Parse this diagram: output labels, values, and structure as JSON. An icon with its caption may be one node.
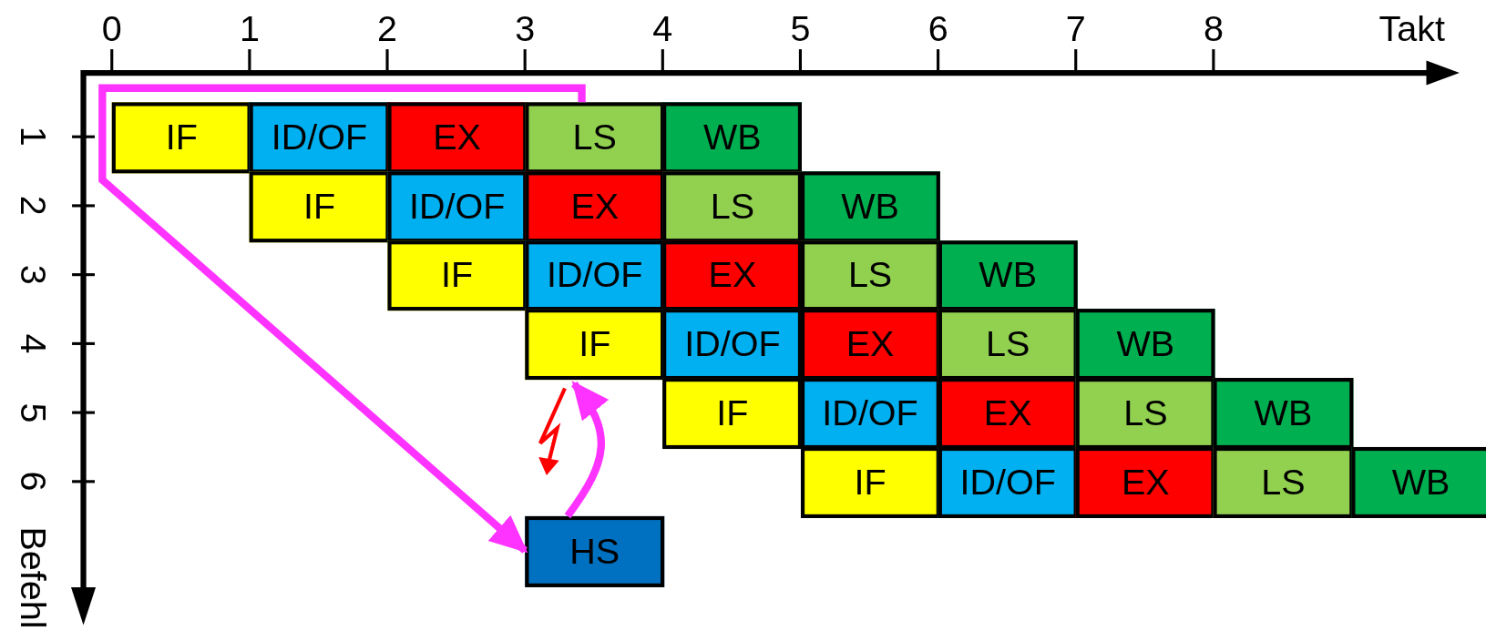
{
  "diagram": {
    "nodes": [
      {
        "text": [
          "IF"
        ]
      },
      {
        "text": [
          "ID/OF"
        ]
      },
      {
        "text": [
          "EX"
        ]
      },
      {
        "text": [
          "LS"
        ]
      },
      {
        "text": [
          "WB"
        ]
      },
      {
        "text": [
          "IF"
        ]
      },
      {
        "text": [
          "ID/OF"
        ]
      },
      {
        "text": [
          "EX"
        ]
      },
      {
        "text": [
          "LS"
        ]
      },
      {
        "text": [
          "WB"
        ]
      },
      {
        "text": [
          "IF"
        ]
      },
      {
        "text": [
          "ID/OF"
        ]
      },
      {
        "text": [
          "EX"
        ]
      },
      {
        "text": [
          "LS"
        ]
      },
      {
        "text": [
          "WB"
        ]
      },
      {
        "text": [
          "IF"
        ]
      },
      {
        "text": [
          "ID/OF"
        ]
      },
      {
        "text": [
          "EX"
        ]
      },
      {
        "text": [
          "LS"
        ]
      },
      {
        "text": [
          "WB"
        ]
      },
      {
        "text": [
          "IF"
        ]
      },
      {
        "text": [
          "ID/OF"
        ]
      },
      {
        "text": [
          "EX"
        ]
      },
      {
        "text": [
          "LS"
        ]
      },
      {
        "text": [
          "WB"
        ]
      },
      {
        "text": [
          "IF"
        ]
      },
      {
        "text": [
          "ID/OF"
        ]
      },
      {
        "text": [
          "EX"
        ]
      },
      {
        "text": [
          "LS"
        ]
      },
      {
        "text": [
          "WB"
        ]
      },
      {
        "text": [
          "HS"
        ]
      }
    ],
    "edges": [
      {
        "from": 3,
        "to": 30,
        "arrow": "to"
      },
      {
        "from": 30,
        "to": 15,
        "arrow": "to"
      }
    ],
    "labels": [
      "0",
      "1",
      "2",
      "3",
      "4",
      "5",
      "6",
      "7",
      "8",
      "Takt",
      "1",
      "2",
      "3",
      "4",
      "5",
      "6",
      "Befehl"
    ]
  }
}
